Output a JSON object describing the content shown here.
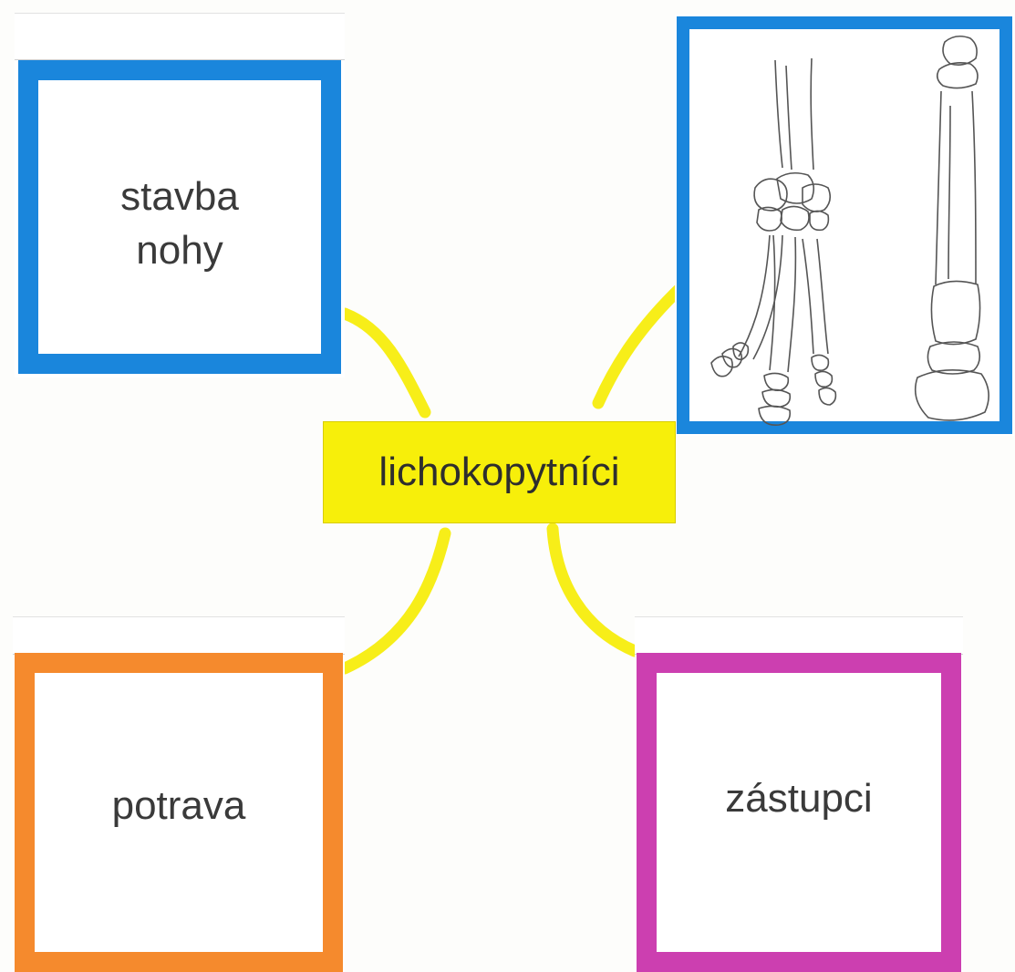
{
  "diagram": {
    "center": {
      "label": "lichokopytníci"
    },
    "cards": [
      {
        "id": "structure",
        "label": "stavba\nnohy",
        "frame_color": "#1a86dc"
      },
      {
        "id": "leg-image",
        "label": "",
        "frame_color": "#1a86dc",
        "image": "horse-leg-skeleton-drawing"
      },
      {
        "id": "food",
        "label": "potrava",
        "frame_color": "#f58a2d"
      },
      {
        "id": "representatives",
        "label": "zástupci",
        "frame_color": "#cc3fb0"
      }
    ],
    "connector_color": "#f7ee19"
  }
}
